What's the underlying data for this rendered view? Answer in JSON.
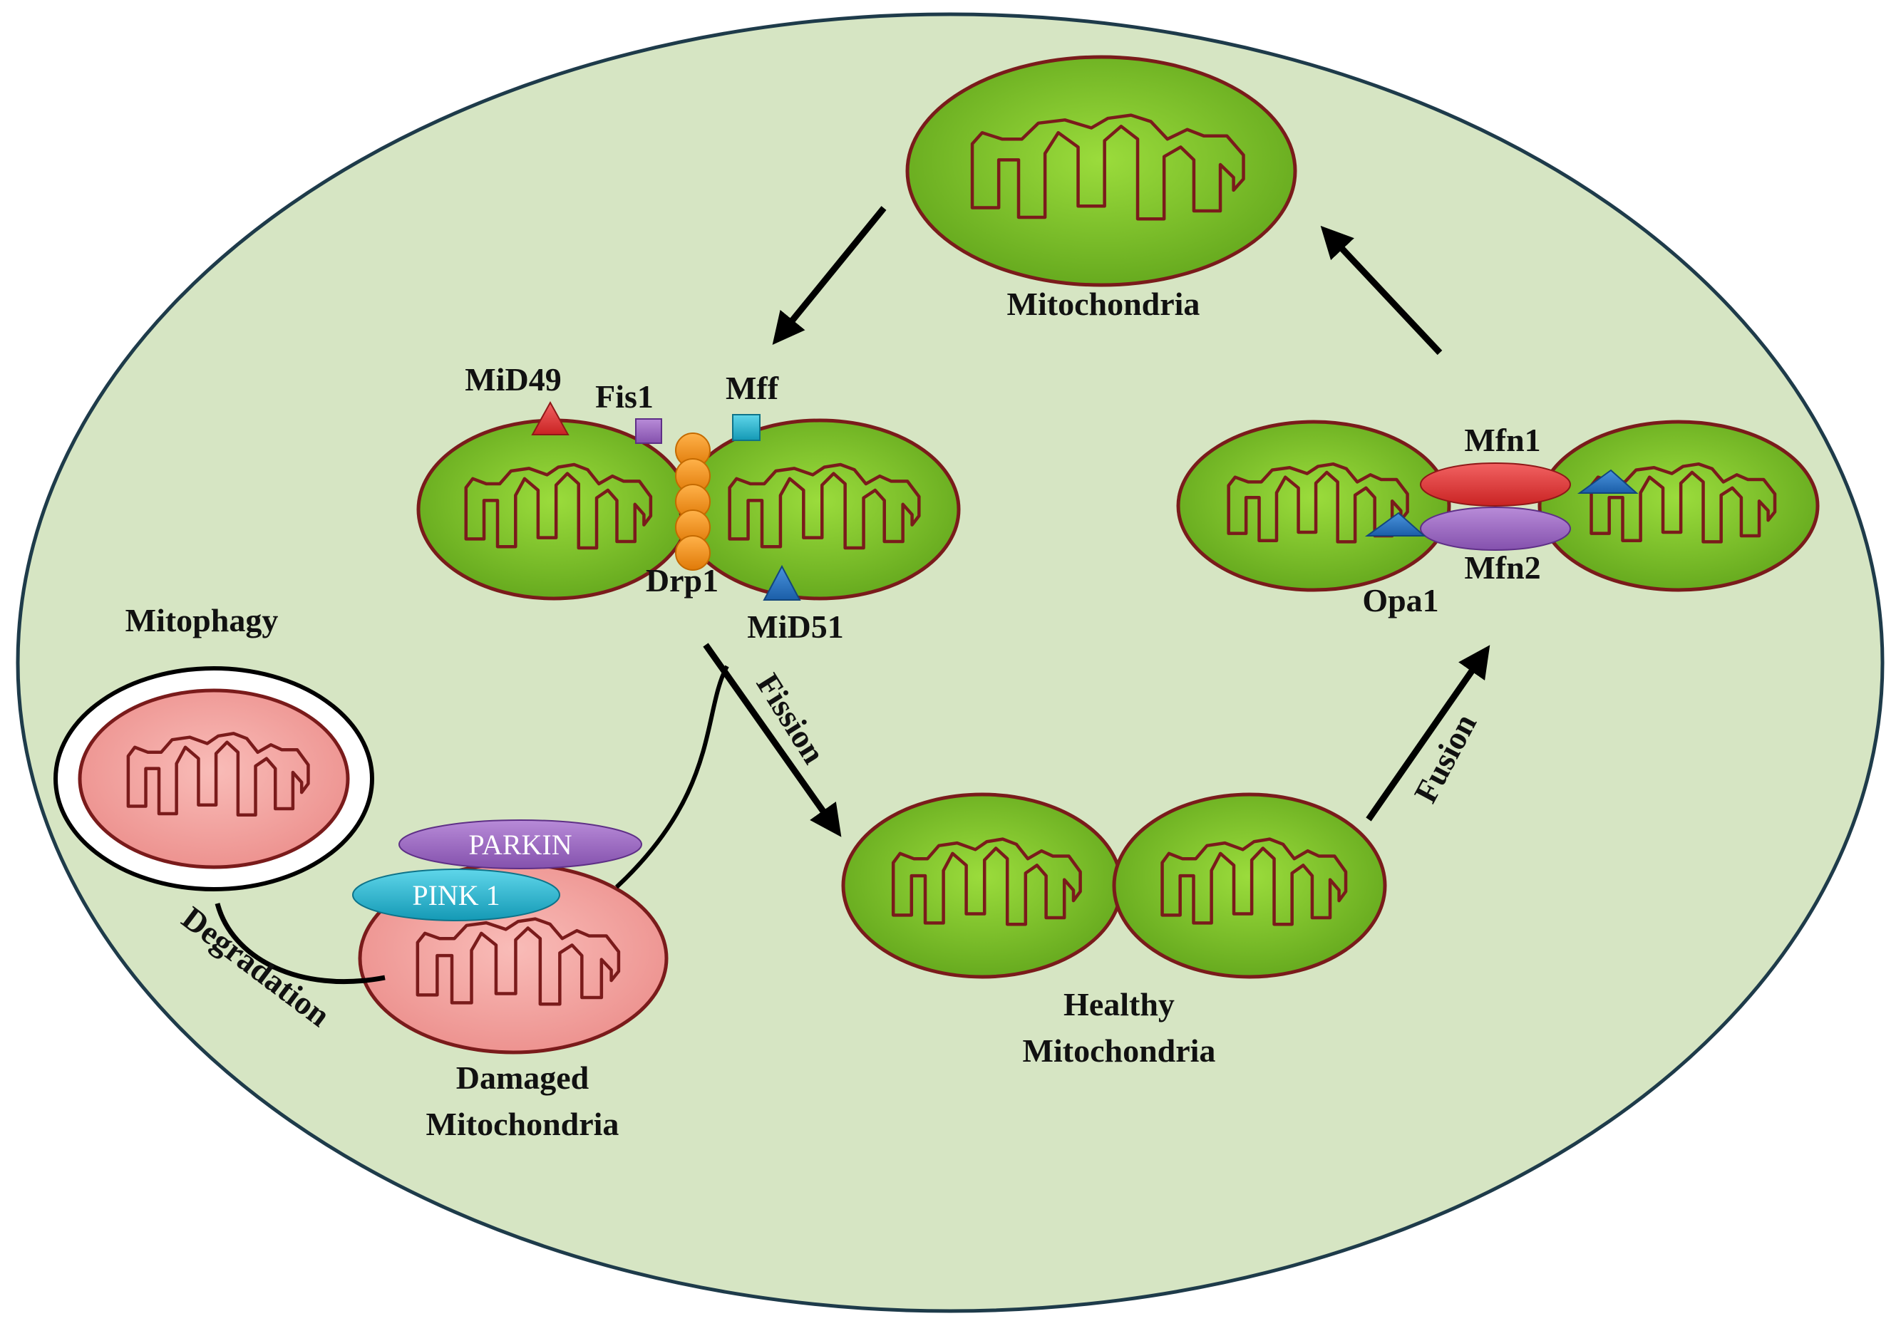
{
  "labels": {
    "mitochondria": "Mitochondria",
    "healthy_line1": "Healthy",
    "healthy_line2": "Mitochondria",
    "damaged_line1": "Damaged",
    "damaged_line2": "Mitochondria",
    "mitophagy": "Mitophagy",
    "degradation": "Degradation",
    "fission": "Fission",
    "fusion": "Fusion"
  },
  "proteins": {
    "mid49": "MiD49",
    "fis1": "Fis1",
    "mff": "Mff",
    "drp1": "Drp1",
    "mid51": "MiD51",
    "mfn1": "Mfn1",
    "mfn2": "Mfn2",
    "opa1": "Opa1",
    "parkin": "PARKIN",
    "pink1": "PINK 1"
  },
  "colors": {
    "cell_fill": "#d6e5c3",
    "cell_stroke": "#1e3b4a",
    "healthy_fill": "#7cc12b",
    "damaged_fill": "#f3a5a2",
    "membrane": "#7a1b1b",
    "mid49": "#d32f2f",
    "fis1": "#8e57b5",
    "mff": "#1fb8cf",
    "drp1": "#f28c12",
    "mid51_opa1": "#2372c3",
    "mfn1": "#e0393a",
    "mfn2": "#9a60c2",
    "parkin": "#9b5fc0",
    "pink1": "#22b6d4"
  }
}
